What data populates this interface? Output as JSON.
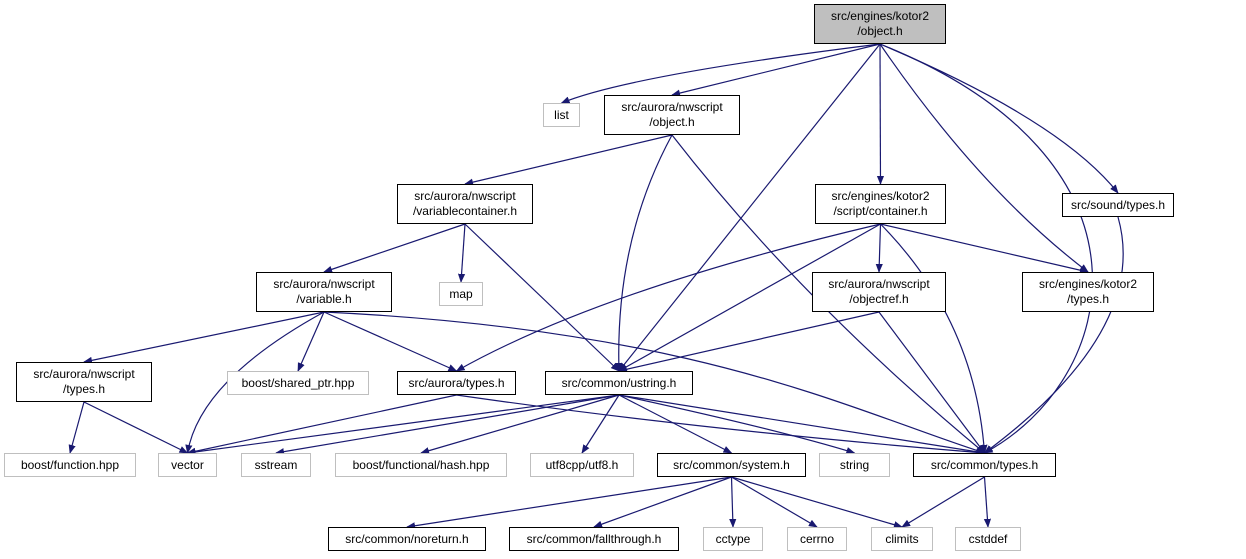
{
  "graph": {
    "colors": {
      "edge": "#191970",
      "root_fill": "#bfbfbf",
      "system_border": "#bfbfbf",
      "project_border": "#000000"
    },
    "nodes": {
      "root": {
        "label": "src/engines/kotor2\n/object.h",
        "kind": "root"
      },
      "list": {
        "label": "list",
        "kind": "system"
      },
      "nw_object": {
        "label": "src/aurora/nwscript\n/object.h",
        "kind": "project"
      },
      "container": {
        "label": "src/engines/kotor2\n/script/container.h",
        "kind": "project"
      },
      "sound_types": {
        "label": "src/sound/types.h",
        "kind": "project"
      },
      "varcontainer": {
        "label": "src/aurora/nwscript\n/variablecontainer.h",
        "kind": "project"
      },
      "map": {
        "label": "map",
        "kind": "system"
      },
      "variable": {
        "label": "src/aurora/nwscript\n/variable.h",
        "kind": "project"
      },
      "objectref": {
        "label": "src/aurora/nwscript\n/objectref.h",
        "kind": "project"
      },
      "kotor2_types": {
        "label": "src/engines/kotor2\n/types.h",
        "kind": "project"
      },
      "nw_types": {
        "label": "src/aurora/nwscript\n/types.h",
        "kind": "project"
      },
      "shared_ptr": {
        "label": "boost/shared_ptr.hpp",
        "kind": "system"
      },
      "aurora_types": {
        "label": "src/aurora/types.h",
        "kind": "project"
      },
      "ustring": {
        "label": "src/common/ustring.h",
        "kind": "project"
      },
      "function": {
        "label": "boost/function.hpp",
        "kind": "system"
      },
      "vector": {
        "label": "vector",
        "kind": "system"
      },
      "sstream": {
        "label": "sstream",
        "kind": "system"
      },
      "hash": {
        "label": "boost/functional/hash.hpp",
        "kind": "system"
      },
      "utf8": {
        "label": "utf8cpp/utf8.h",
        "kind": "system"
      },
      "system": {
        "label": "src/common/system.h",
        "kind": "project"
      },
      "string": {
        "label": "string",
        "kind": "system"
      },
      "common_types": {
        "label": "src/common/types.h",
        "kind": "project"
      },
      "noreturn": {
        "label": "src/common/noreturn.h",
        "kind": "project"
      },
      "fallthrough": {
        "label": "src/common/fallthrough.h",
        "kind": "project"
      },
      "cctype": {
        "label": "cctype",
        "kind": "system"
      },
      "cerrno": {
        "label": "cerrno",
        "kind": "system"
      },
      "climits": {
        "label": "climits",
        "kind": "system"
      },
      "cstddef": {
        "label": "cstddef",
        "kind": "system"
      }
    },
    "edges": [
      [
        "root",
        "list"
      ],
      [
        "root",
        "nw_object"
      ],
      [
        "root",
        "ustring"
      ],
      [
        "root",
        "container"
      ],
      [
        "root",
        "kotor2_types"
      ],
      [
        "root",
        "sound_types"
      ],
      [
        "root",
        "common_types"
      ],
      [
        "nw_object",
        "varcontainer"
      ],
      [
        "nw_object",
        "ustring"
      ],
      [
        "nw_object",
        "common_types"
      ],
      [
        "varcontainer",
        "variable"
      ],
      [
        "varcontainer",
        "map"
      ],
      [
        "varcontainer",
        "ustring"
      ],
      [
        "container",
        "aurora_types"
      ],
      [
        "container",
        "ustring"
      ],
      [
        "container",
        "objectref"
      ],
      [
        "container",
        "kotor2_types"
      ],
      [
        "container",
        "common_types"
      ],
      [
        "sound_types",
        "common_types"
      ],
      [
        "variable",
        "nw_types"
      ],
      [
        "variable",
        "vector"
      ],
      [
        "variable",
        "shared_ptr"
      ],
      [
        "variable",
        "aurora_types"
      ],
      [
        "variable",
        "common_types"
      ],
      [
        "objectref",
        "ustring"
      ],
      [
        "objectref",
        "common_types"
      ],
      [
        "nw_types",
        "function"
      ],
      [
        "nw_types",
        "vector"
      ],
      [
        "aurora_types",
        "vector"
      ],
      [
        "aurora_types",
        "common_types"
      ],
      [
        "ustring",
        "vector"
      ],
      [
        "ustring",
        "sstream"
      ],
      [
        "ustring",
        "hash"
      ],
      [
        "ustring",
        "utf8"
      ],
      [
        "ustring",
        "system"
      ],
      [
        "ustring",
        "string"
      ],
      [
        "ustring",
        "common_types"
      ],
      [
        "system",
        "noreturn"
      ],
      [
        "system",
        "fallthrough"
      ],
      [
        "system",
        "cctype"
      ],
      [
        "system",
        "cerrno"
      ],
      [
        "system",
        "climits"
      ],
      [
        "common_types",
        "climits"
      ],
      [
        "common_types",
        "cstddef"
      ]
    ]
  }
}
